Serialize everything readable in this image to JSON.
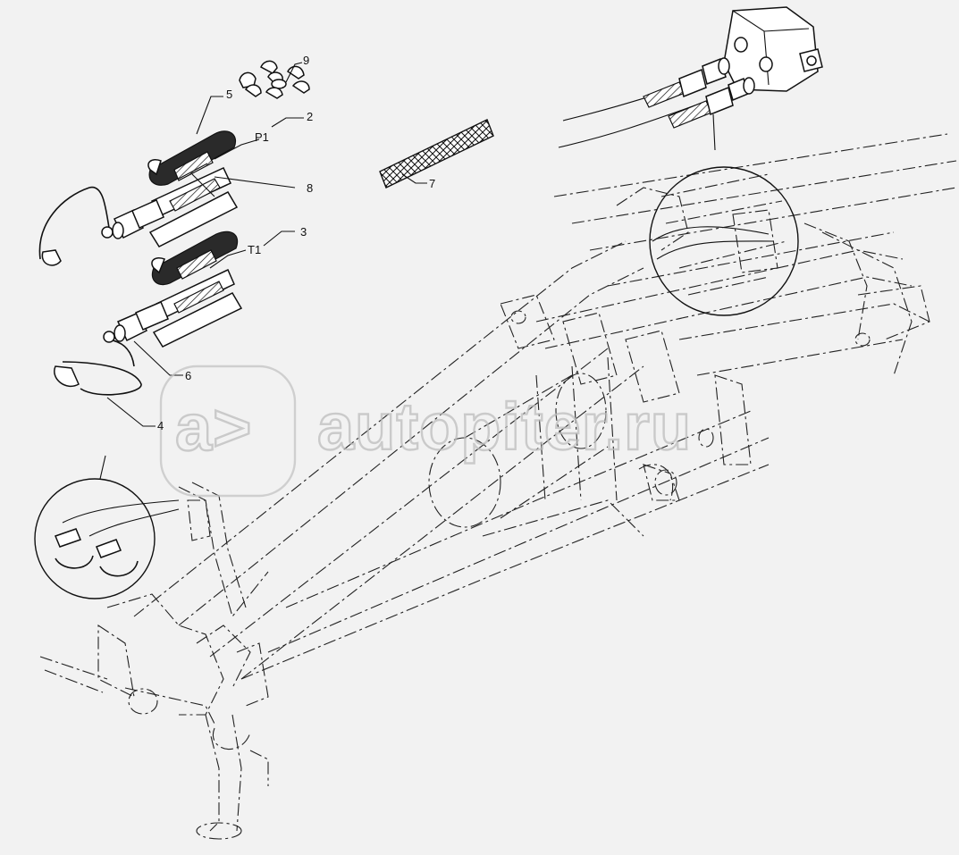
{
  "callouts": [
    {
      "id": "c9",
      "text": "9"
    },
    {
      "id": "c5",
      "text": "5"
    },
    {
      "id": "c2",
      "text": "2"
    },
    {
      "id": "cP1",
      "text": "P1"
    },
    {
      "id": "c8",
      "text": "8"
    },
    {
      "id": "c7",
      "text": "7"
    },
    {
      "id": "cT1",
      "text": "T1"
    },
    {
      "id": "c3",
      "text": "3"
    },
    {
      "id": "c6",
      "text": "6"
    },
    {
      "id": "c4",
      "text": "4"
    }
  ],
  "watermark": {
    "logo": "a>",
    "text": "autopiter.ru"
  },
  "colors": {
    "background": "#f2f2f2",
    "line": "#111111",
    "watermark": "#bdbdbd"
  }
}
